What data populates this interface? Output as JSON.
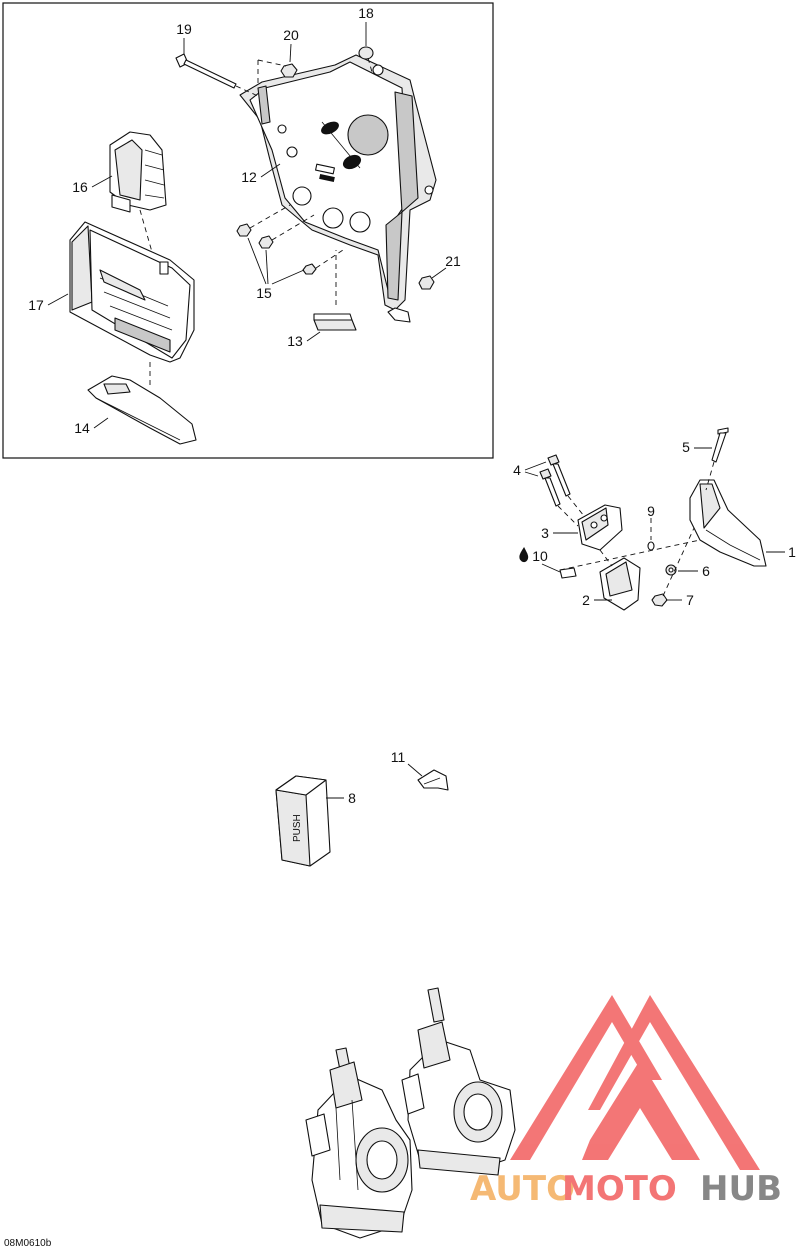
{
  "callouts": {
    "c1": "1",
    "c2": "2",
    "c3": "3",
    "c4": "4",
    "c5": "5",
    "c6": "6",
    "c7": "7",
    "c8": "8",
    "c9": "9",
    "c10": "10",
    "c11": "11",
    "c12": "12",
    "c13": "13",
    "c14": "14",
    "c15": "15",
    "c16": "16",
    "c17": "17",
    "c18": "18",
    "c19": "19",
    "c20": "20",
    "c21": "21"
  },
  "drawing_code": "08M0610b",
  "watermark": {
    "part1": "AUTO",
    "part2": "MOTO",
    "part3": "HUB",
    "color_red": "#f26a6a",
    "color_orange": "#f5b469",
    "color_gray": "#7d7d7d"
  },
  "colors": {
    "line": "#111111",
    "background": "#ffffff"
  }
}
